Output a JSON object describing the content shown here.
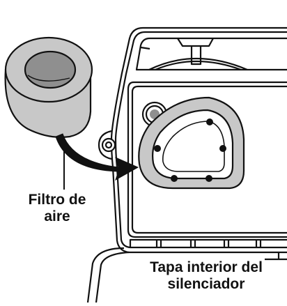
{
  "labels": {
    "filter": {
      "line1": "Filtro de",
      "line2": "aire"
    },
    "cover": {
      "line1": "Tapa interior del",
      "line2": "silenciador"
    }
  },
  "colors": {
    "ink": "#111111",
    "filter_gray": "#c8c8c8",
    "filter_inner": "#8f8f8f",
    "background": "#ffffff"
  }
}
